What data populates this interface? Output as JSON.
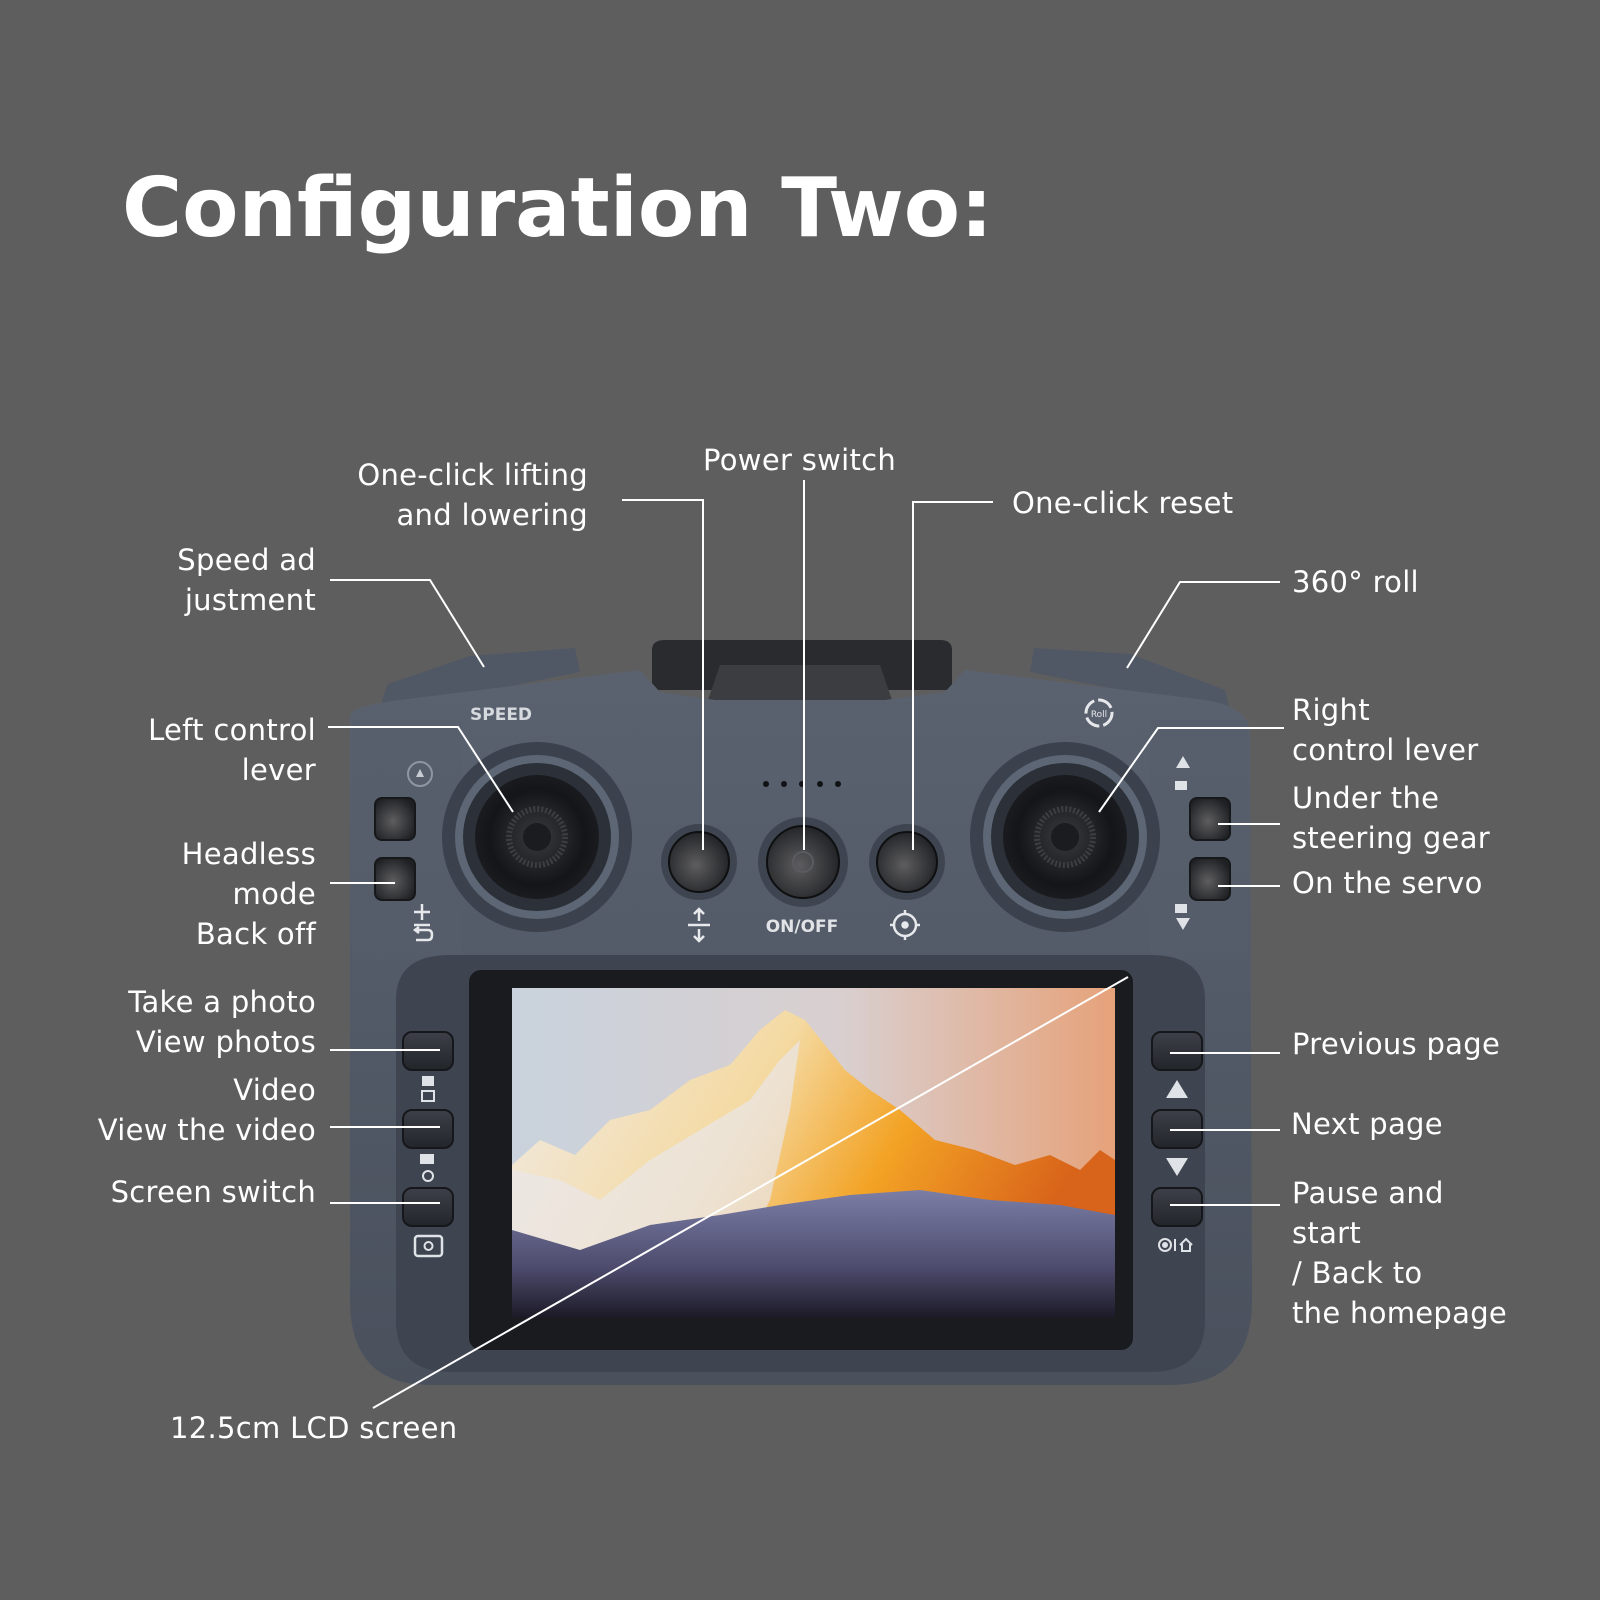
{
  "title": "Configuration Two:",
  "device": {
    "speed_label": "SPEED",
    "power_label": "ON/OFF",
    "roll_icon_text": "Roll",
    "indicator_dots": 5,
    "colors": {
      "background": "#5e5e5e",
      "body": "#4e5663",
      "body_dark": "#3b424d",
      "button": "#2b2d30",
      "leader_line": "#ffffff",
      "label_text": "#ffffff"
    },
    "icons": {
      "left_top_small": "headless-circle-icon",
      "left_bottom": "return-home-icon",
      "lift": "up-down-arrow-icon",
      "reset": "target-reset-icon",
      "right_top": "triangle-up-camera-icon",
      "right_bottom": "camera-triangle-down-icon",
      "screen_left_1": "camera-photo-icon",
      "screen_left_2": "video-camera-icon",
      "screen_left_3": "screen-switch-icon",
      "screen_right_1": "triangle-up-icon",
      "screen_right_2": "triangle-down-icon",
      "screen_right_3": "pause-home-icon"
    }
  },
  "labels": {
    "lifting": "One-click lifting\nand lowering",
    "power": "Power switch",
    "reset": "One-click reset",
    "speed": "Speed ad\njustment",
    "roll": "360° roll",
    "left_lever": "Left control\nlever",
    "right_lever": "Right\ncontrol lever",
    "headless": "Headless\nmode\nBack off",
    "under_gear": "Under the\nsteering gear",
    "on_servo": "On the servo",
    "photo": "Take a photo\nView photos",
    "video": "Video\nView the video",
    "screen_switch": "Screen switch",
    "prev_page": "Previous page",
    "next_page": "Next page",
    "pause": "Pause and\nstart\n/ Back to\nthe homepage",
    "lcd": "12.5cm LCD screen"
  }
}
